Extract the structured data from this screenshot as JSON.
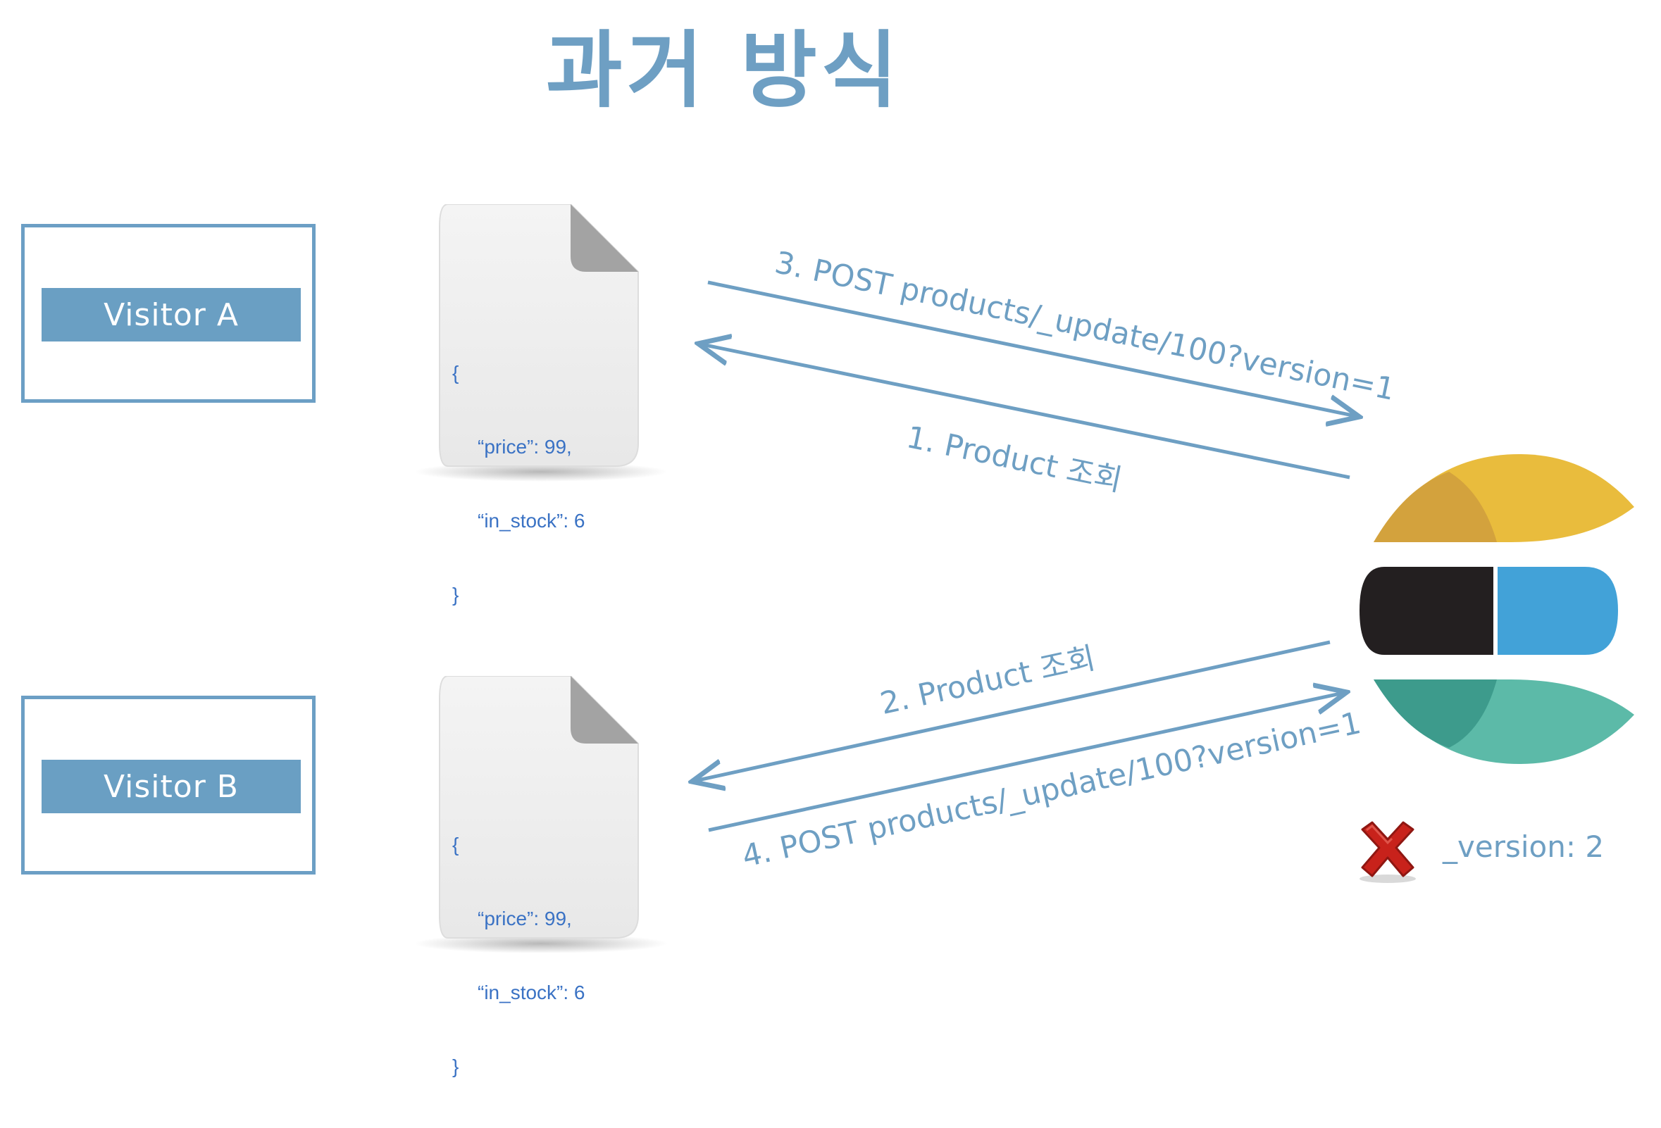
{
  "title": "과거 방식",
  "visitors": [
    {
      "label": "Visitor A"
    },
    {
      "label": "Visitor B"
    }
  ],
  "documents": [
    {
      "open": "{",
      "lines": [
        "“price”: 99,",
        "“in_stock”: 6"
      ],
      "close": "}"
    },
    {
      "open": "{",
      "lines": [
        "“price”: 99,",
        "“in_stock”: 6"
      ],
      "close": "}"
    }
  ],
  "arrows": [
    {
      "label": "3. POST products/_update/100?version=1"
    },
    {
      "label": "1. Product 조회"
    },
    {
      "label": "2. Product 조회"
    },
    {
      "label": "4. POST products/_update/100?version=1"
    }
  ],
  "status": {
    "text": "_version: 2",
    "icon": "red-x-icon"
  },
  "logo": {
    "icon": "elasticsearch-logo-icon"
  },
  "colors": {
    "accent": "#6e9fc3",
    "json_text": "#3a72c4",
    "logo_yellow": "#e9bc3d",
    "logo_yellow_dark": "#d3a23d",
    "logo_black": "#231f20",
    "logo_blue": "#42a2d8",
    "logo_teal": "#5cbaa8",
    "logo_teal_dark": "#3d9b8c",
    "x_red": "#c8221b"
  }
}
